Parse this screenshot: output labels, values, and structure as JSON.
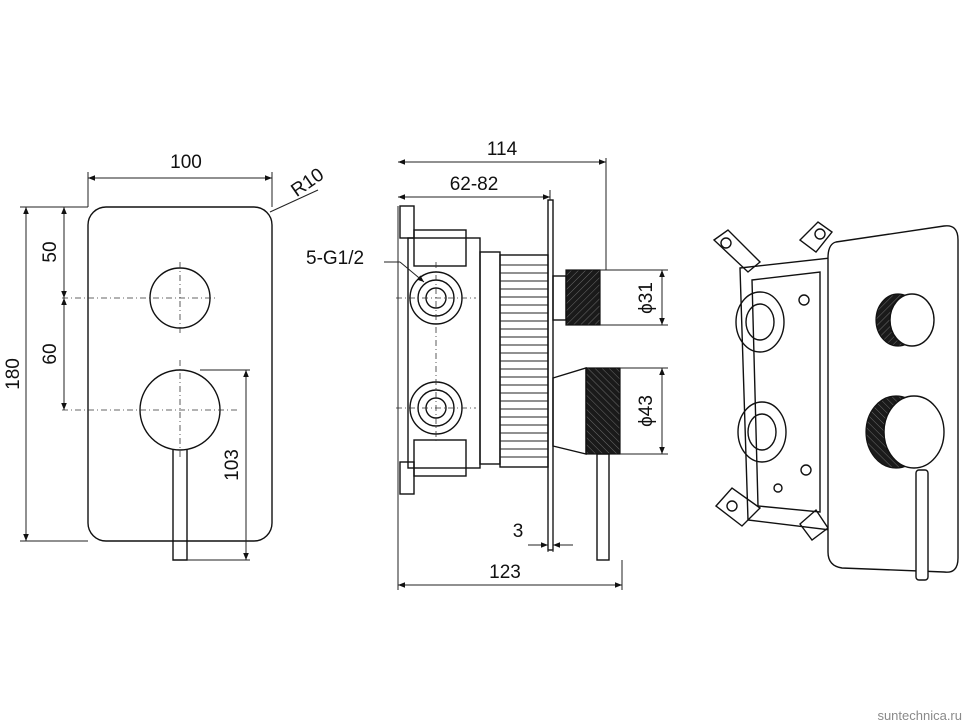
{
  "front_view": {
    "width": "100",
    "radius": "R10",
    "height": "180",
    "top_to_knob": "50",
    "knob_spacing": "60",
    "lever_length": "103"
  },
  "side_view": {
    "depth_total": "114",
    "depth_range": "62-82",
    "connection": "5-G1/2",
    "knob_small_dia": "ϕ31",
    "knob_large_dia": "ϕ43",
    "plate_thickness": "3",
    "overall_depth": "123"
  },
  "watermark": "suntechnica.ru"
}
